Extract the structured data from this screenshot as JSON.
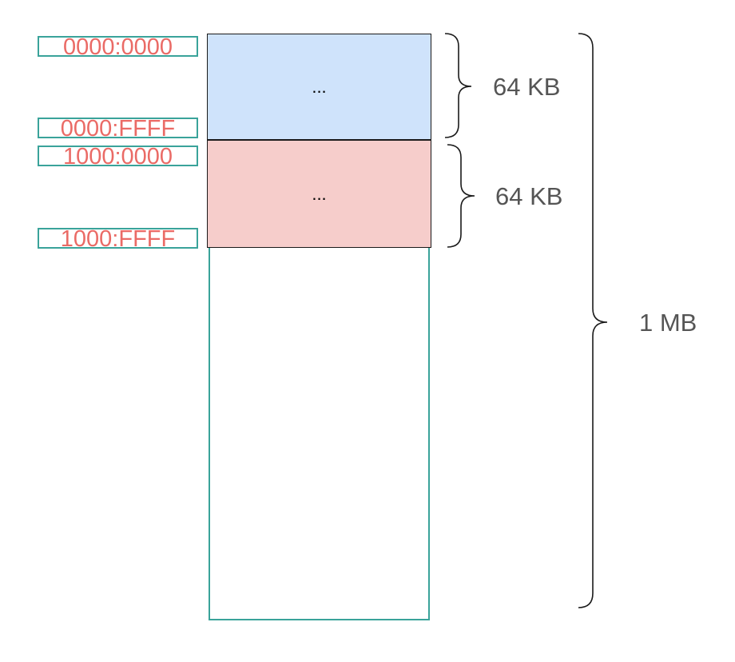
{
  "diagram": {
    "segments": [
      {
        "start_address": "0000:0000",
        "end_address": "0000:FFFF",
        "content": "...",
        "fill_color": "#cfe3fb",
        "size_label": "64 KB"
      },
      {
        "start_address": "1000:0000",
        "end_address": "1000:FFFF",
        "content": "...",
        "fill_color": "#f6cdcb",
        "size_label": "64 KB"
      }
    ],
    "total_size_label": "1 MB",
    "colors": {
      "address_text": "#ea6b66",
      "address_border": "#3aa39a",
      "size_text": "#555555"
    }
  }
}
